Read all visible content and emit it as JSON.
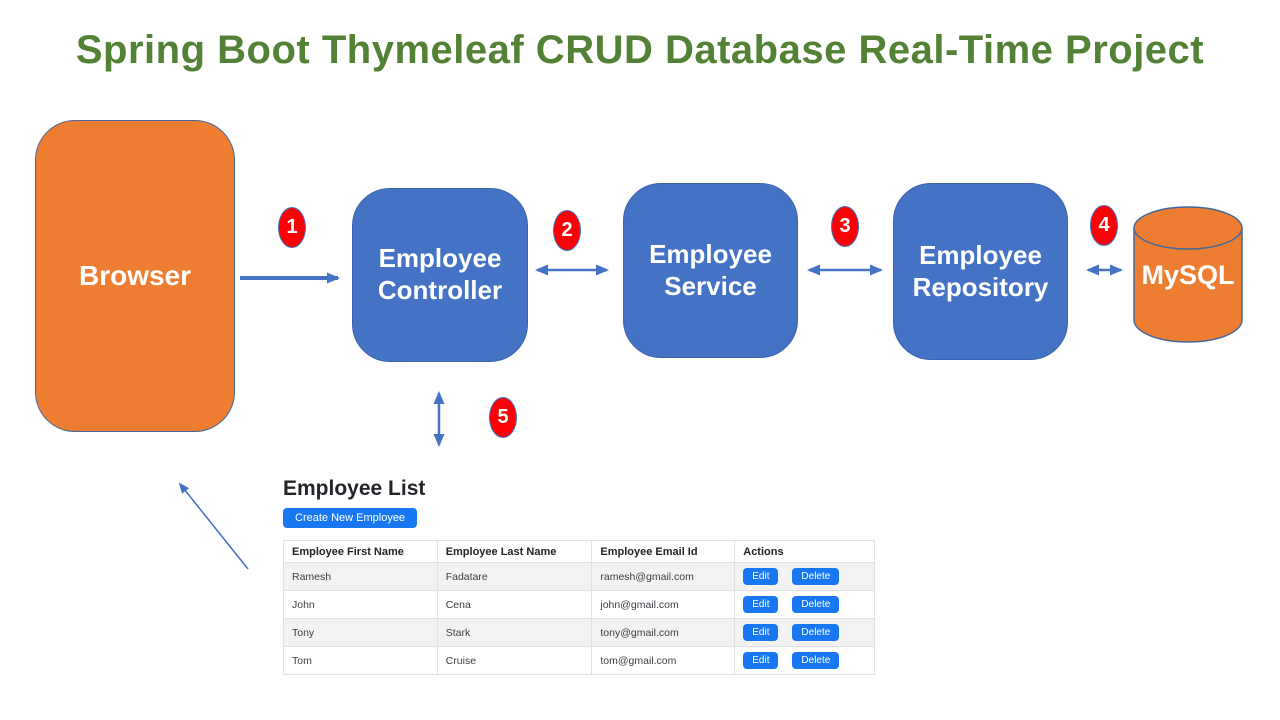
{
  "title": "Spring Boot Thymeleaf CRUD Database Real-Time Project",
  "colors": {
    "title_green": "#538135",
    "node_orange": "#ED7D31",
    "node_blue": "#4472C4",
    "badge_red": "#FB0005",
    "arrow_blue": "#4472C4",
    "button_blue": "#1878F2",
    "stripe_gray": "#F2F2F2",
    "table_border": "#DEE2E6"
  },
  "diagram": {
    "nodes": [
      {
        "id": "browser",
        "label": "Browser"
      },
      {
        "id": "employee-controller",
        "label": "Employee Controller"
      },
      {
        "id": "employee-service",
        "label": "Employee Service"
      },
      {
        "id": "employee-repository",
        "label": "Employee Repository"
      },
      {
        "id": "mysql",
        "label": "MySQL"
      }
    ],
    "steps": [
      {
        "label": "1"
      },
      {
        "label": "2"
      },
      {
        "label": "3"
      },
      {
        "label": "4"
      },
      {
        "label": "5"
      }
    ]
  },
  "employee_list": {
    "title": "Employee List",
    "create_button_label": "Create New Employee",
    "table": {
      "headers": [
        "Employee First Name",
        "Employee Last Name",
        "Employee Email Id",
        "Actions"
      ],
      "rows": [
        {
          "first_name": "Ramesh",
          "last_name": "Fadatare",
          "email": "ramesh@gmail.com"
        },
        {
          "first_name": "John",
          "last_name": "Cena",
          "email": "john@gmail.com"
        },
        {
          "first_name": "Tony",
          "last_name": "Stark",
          "email": "tony@gmail.com"
        },
        {
          "first_name": "Tom",
          "last_name": "Cruise",
          "email": "tom@gmail.com"
        }
      ],
      "edit_label": "Edit",
      "delete_label": "Delete"
    }
  }
}
